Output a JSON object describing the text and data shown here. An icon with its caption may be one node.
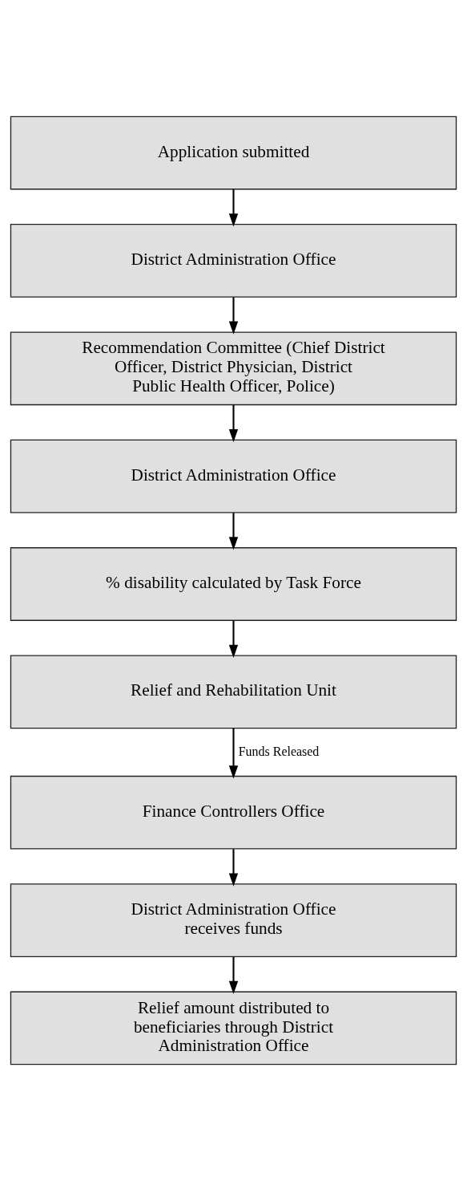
{
  "diagram": {
    "nodes": [
      {
        "text": [
          "Application submitted"
        ]
      },
      {
        "text": [
          "District Administration Office"
        ]
      },
      {
        "text": [
          "Recommendation Committee (Chief District Officer, District Physician, District Public Health Officer, Police)"
        ]
      },
      {
        "text": [
          "District Administration Office"
        ]
      },
      {
        "text": [
          "% disability calculated by Task Force"
        ]
      },
      {
        "text": [
          "Relief and Rehabilitation Unit"
        ]
      },
      {
        "text": [
          "Finance Controllers Office"
        ]
      },
      {
        "text": [
          "District Administration Office receives funds"
        ]
      },
      {
        "text": [
          "Relief amount distributed to beneficiaries through District Administration Office"
        ]
      }
    ],
    "edges": [
      {
        "from": 0,
        "to": 1,
        "arrow": "to"
      },
      {
        "from": 1,
        "to": 2,
        "arrow": "to"
      },
      {
        "from": 2,
        "to": 3,
        "arrow": "to"
      },
      {
        "from": 3,
        "to": 4,
        "arrow": "to"
      },
      {
        "from": 4,
        "to": 5,
        "arrow": "to"
      },
      {
        "from": 5,
        "to": 6,
        "arrow": "to",
        "label": "Funds Released"
      },
      {
        "from": 6,
        "to": 7,
        "arrow": "to"
      },
      {
        "from": 7,
        "to": 8,
        "arrow": "to"
      }
    ]
  }
}
